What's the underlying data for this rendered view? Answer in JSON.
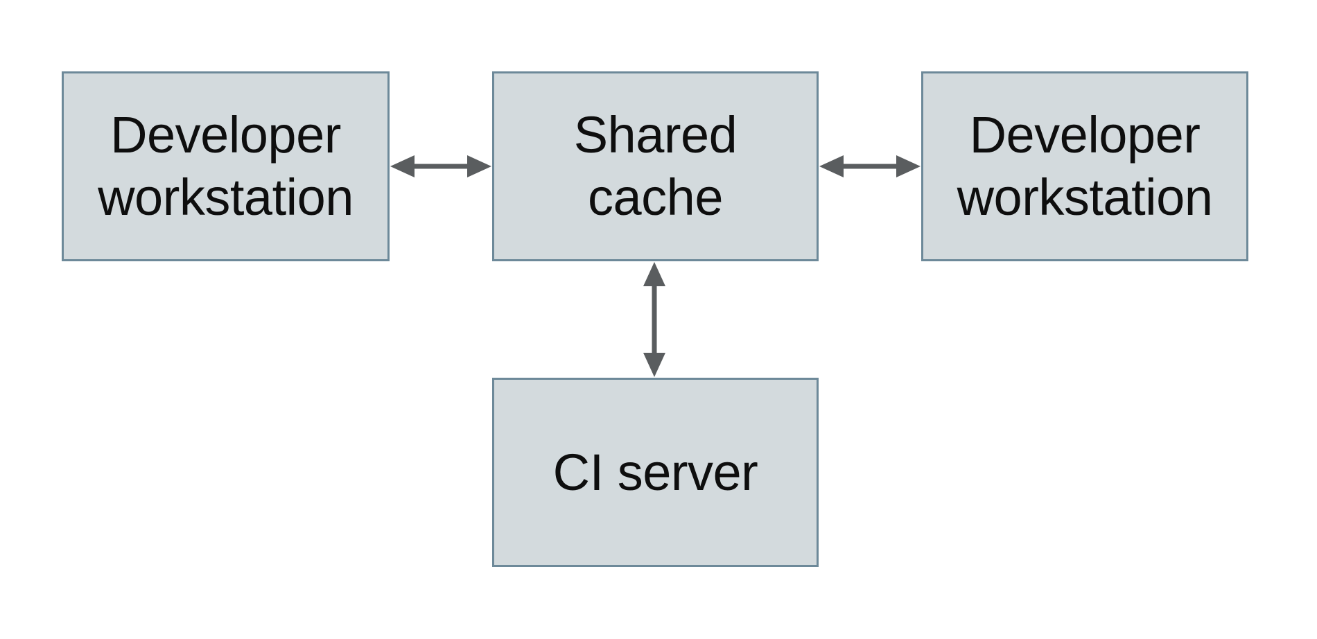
{
  "colors": {
    "background": "#ffffff",
    "box_fill": "#d3dadd",
    "box_border": "#6d8999",
    "arrow": "#5a5d5f",
    "text": "#0e0e0e"
  },
  "nodes": [
    {
      "id": "developer-workstation-left",
      "label": "Developer\nworkstation"
    },
    {
      "id": "shared-cache",
      "label": "Shared\ncache"
    },
    {
      "id": "developer-workstation-right",
      "label": "Developer\nworkstation"
    },
    {
      "id": "ci-server",
      "label": "CI server"
    }
  ],
  "edges": [
    {
      "id": "dev-left-shared-cache",
      "type": "bidirectional",
      "from": "developer-workstation-left",
      "to": "shared-cache"
    },
    {
      "id": "shared-cache-dev-right",
      "type": "bidirectional",
      "from": "shared-cache",
      "to": "developer-workstation-right"
    },
    {
      "id": "shared-cache-ci-server",
      "type": "bidirectional",
      "from": "shared-cache",
      "to": "ci-server"
    }
  ]
}
